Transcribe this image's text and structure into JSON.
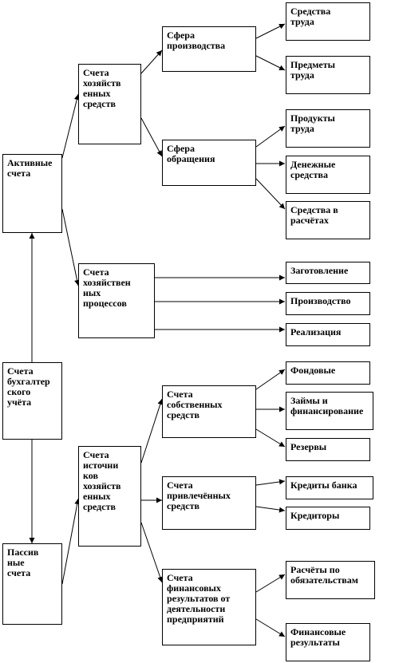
{
  "nodes": {
    "root": "Счета\nбухгалтер\nского\nучёта",
    "active": "Активные\nсчета",
    "passive": "Пассив\nные\nсчета",
    "assets": "Счета\nхозяйств\nенных\nсредств",
    "processes": "Счета\nхозяйствен\nных\nпроцессов",
    "sources": "Счета\nисточни\nков\nхозяйств\nенных\nсредств",
    "production_sphere": "Сфера\nпроизводства",
    "circulation_sphere": "Сфера\nобращения",
    "labor_means": "Средства\nтруда",
    "labor_objects": "Предметы\nтруда",
    "labor_products": "Продукты\nтруда",
    "cash": "Денежные\nсредства",
    "settlements": "Средства в\nрасчётах",
    "procurement": "Заготовление",
    "production": "Производство",
    "sales": "Реализация",
    "own_funds": "Счета\nсобственных\nсредств",
    "borrowed_funds": "Счета\nпривлечённых\nсредств",
    "financial_results_accounts": "Счета\nфинансовых\nрезультатов от\nдеятельности\nпредприятий",
    "funds": "Фондовые",
    "loans": "Займы и\nфинансирование",
    "reserves": "Резервы",
    "bank_credits": "Кредиты банка",
    "creditors": "Кредиторы",
    "obligations": "Расчёты по\nобязательствам",
    "financial_results": "Финансовые\nрезультаты"
  }
}
